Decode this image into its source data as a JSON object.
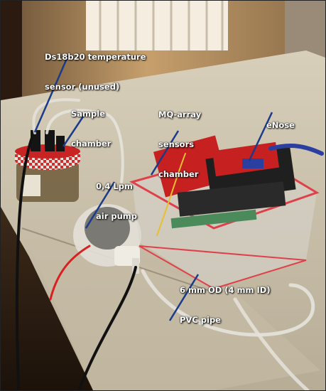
{
  "labels": {
    "temp_sensor": {
      "line1": "Ds18b20 temperature",
      "line2": "sensor (unused)"
    },
    "sample_chamber": {
      "line1": "Sample",
      "line2": "chamber"
    },
    "mq_array": {
      "line1": "MQ-array",
      "line2": "sensors",
      "line3": "chamber"
    },
    "enose": {
      "line1": "eNose"
    },
    "pump": {
      "line1": "0,4 Lpm",
      "line2": "air pump"
    },
    "pipe": {
      "line1": "6 mm OD (4 mm ID)",
      "line2": "PVC pipe"
    }
  },
  "colors": {
    "leader_line": "#1a3a8a",
    "label_text": "#ffffff",
    "jar_lid": "#d62b2b",
    "pcb_red": "#c62020",
    "box_rim": "#e0404a"
  }
}
